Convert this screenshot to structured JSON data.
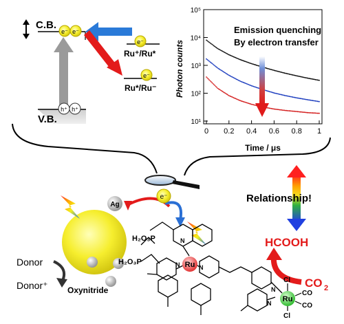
{
  "band": {
    "cb": "C.B.",
    "vb": "V.B.",
    "electron": "e⁻",
    "hole": "h⁺",
    "ru_upper": "Ru⁺/Ru*",
    "ru_lower": "Ru*/Ru⁻"
  },
  "plot": {
    "annotation_line1": "Emission quenching",
    "annotation_line2": "By electron transfer",
    "ylabel": "Photon counts",
    "xlabel": "Time / μs",
    "yticks": [
      "10⁵",
      "10⁴",
      "10³",
      "10²",
      "10¹"
    ],
    "xticks": [
      "0",
      "0.2",
      "0.4",
      "0.6",
      "0.8",
      "1"
    ]
  },
  "chart_data": {
    "type": "scatter",
    "xlabel": "Time / μs",
    "ylabel": "Photon counts",
    "xlim": [
      0,
      1
    ],
    "ylim": [
      10,
      100000
    ],
    "y_scale": "log",
    "series": [
      {
        "color": "#111111",
        "x": [
          0,
          0.1,
          0.2,
          0.3,
          0.4,
          0.5,
          0.6,
          0.7,
          0.8,
          0.9,
          1.0
        ],
        "y": [
          8000,
          4000,
          2400,
          1600,
          1150,
          860,
          660,
          520,
          420,
          345,
          290
        ]
      },
      {
        "color": "#1f3fbf",
        "x": [
          0,
          0.1,
          0.2,
          0.3,
          0.4,
          0.5,
          0.6,
          0.7,
          0.8,
          0.9,
          1.0
        ],
        "y": [
          1700,
          800,
          440,
          270,
          185,
          135,
          102,
          82,
          68,
          58,
          50
        ]
      },
      {
        "color": "#d42020",
        "x": [
          0,
          0.1,
          0.2,
          0.3,
          0.4,
          0.5,
          0.6,
          0.7,
          0.8,
          0.9,
          1.0
        ],
        "y": [
          380,
          150,
          82,
          54,
          40,
          32,
          27,
          24,
          22,
          20,
          19
        ]
      }
    ]
  },
  "labels": {
    "relationship": "Relationship!",
    "hcooh": "HCOOH",
    "co2": "CO",
    "co2_sub": "2",
    "donor": "Donor",
    "donor_plus": "Donor⁺",
    "oxynitride": "Oxynitride",
    "ag": "Ag",
    "electron": "e⁻",
    "phosphonate1": "H₂O₃P",
    "phosphonate2": "H₂O₃P",
    "ru": "Ru",
    "n": "N",
    "cl": "Cl",
    "co": "CO"
  },
  "colors": {
    "red": "#e31b1b",
    "blue": "#2a6fd4",
    "yellow": "#f4ea2a",
    "grey": "#9a9a9a"
  }
}
